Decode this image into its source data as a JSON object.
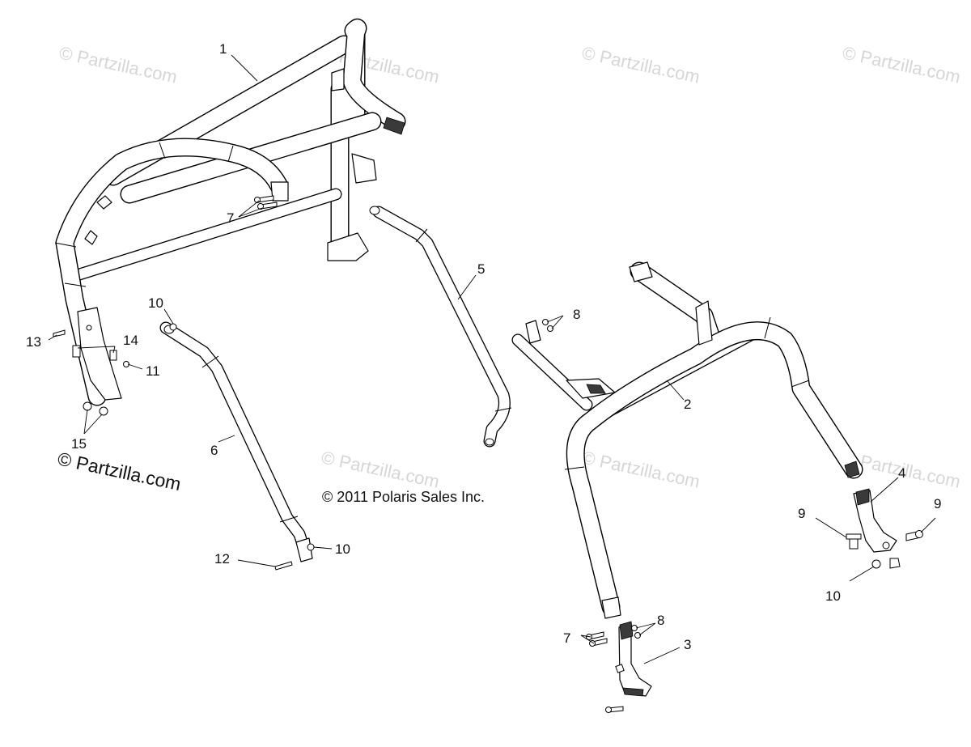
{
  "copyright": "© 2011 Polaris Sales Inc.",
  "brand_mark": "© Partzilla.com",
  "watermark": "© Partzilla.com",
  "parts": [
    {
      "label": "1"
    },
    {
      "label": "2"
    },
    {
      "label": "3"
    },
    {
      "label": "4"
    },
    {
      "label": "5"
    },
    {
      "label": "6"
    },
    {
      "label": "7"
    },
    {
      "label": "8"
    },
    {
      "label": "9"
    },
    {
      "label": "10"
    },
    {
      "label": "11"
    },
    {
      "label": "12"
    },
    {
      "label": "13"
    },
    {
      "label": "14"
    },
    {
      "label": "15"
    }
  ],
  "colors": {
    "line": "#000000",
    "watermark": "#d6d6d6",
    "background": "#ffffff"
  }
}
